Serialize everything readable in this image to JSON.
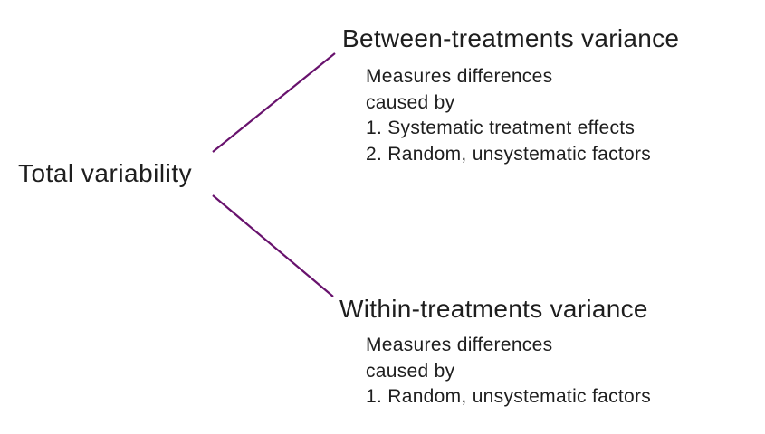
{
  "diagram": {
    "root": {
      "label": "Total variability"
    },
    "branches": [
      {
        "id": "between-treatments",
        "title": "Between-treatments variance",
        "description_lines": [
          "Measures differences",
          "caused by",
          "1. Systematic treatment effects",
          "2. Random, unsystematic factors"
        ]
      },
      {
        "id": "within-treatments",
        "title": "Within-treatments variance",
        "description_lines": [
          "Measures differences",
          "caused by",
          "1. Random, unsystematic factors"
        ]
      }
    ],
    "colors": {
      "connector": "#68126D",
      "text": "#1e1e1e",
      "background": "#ffffff"
    }
  }
}
